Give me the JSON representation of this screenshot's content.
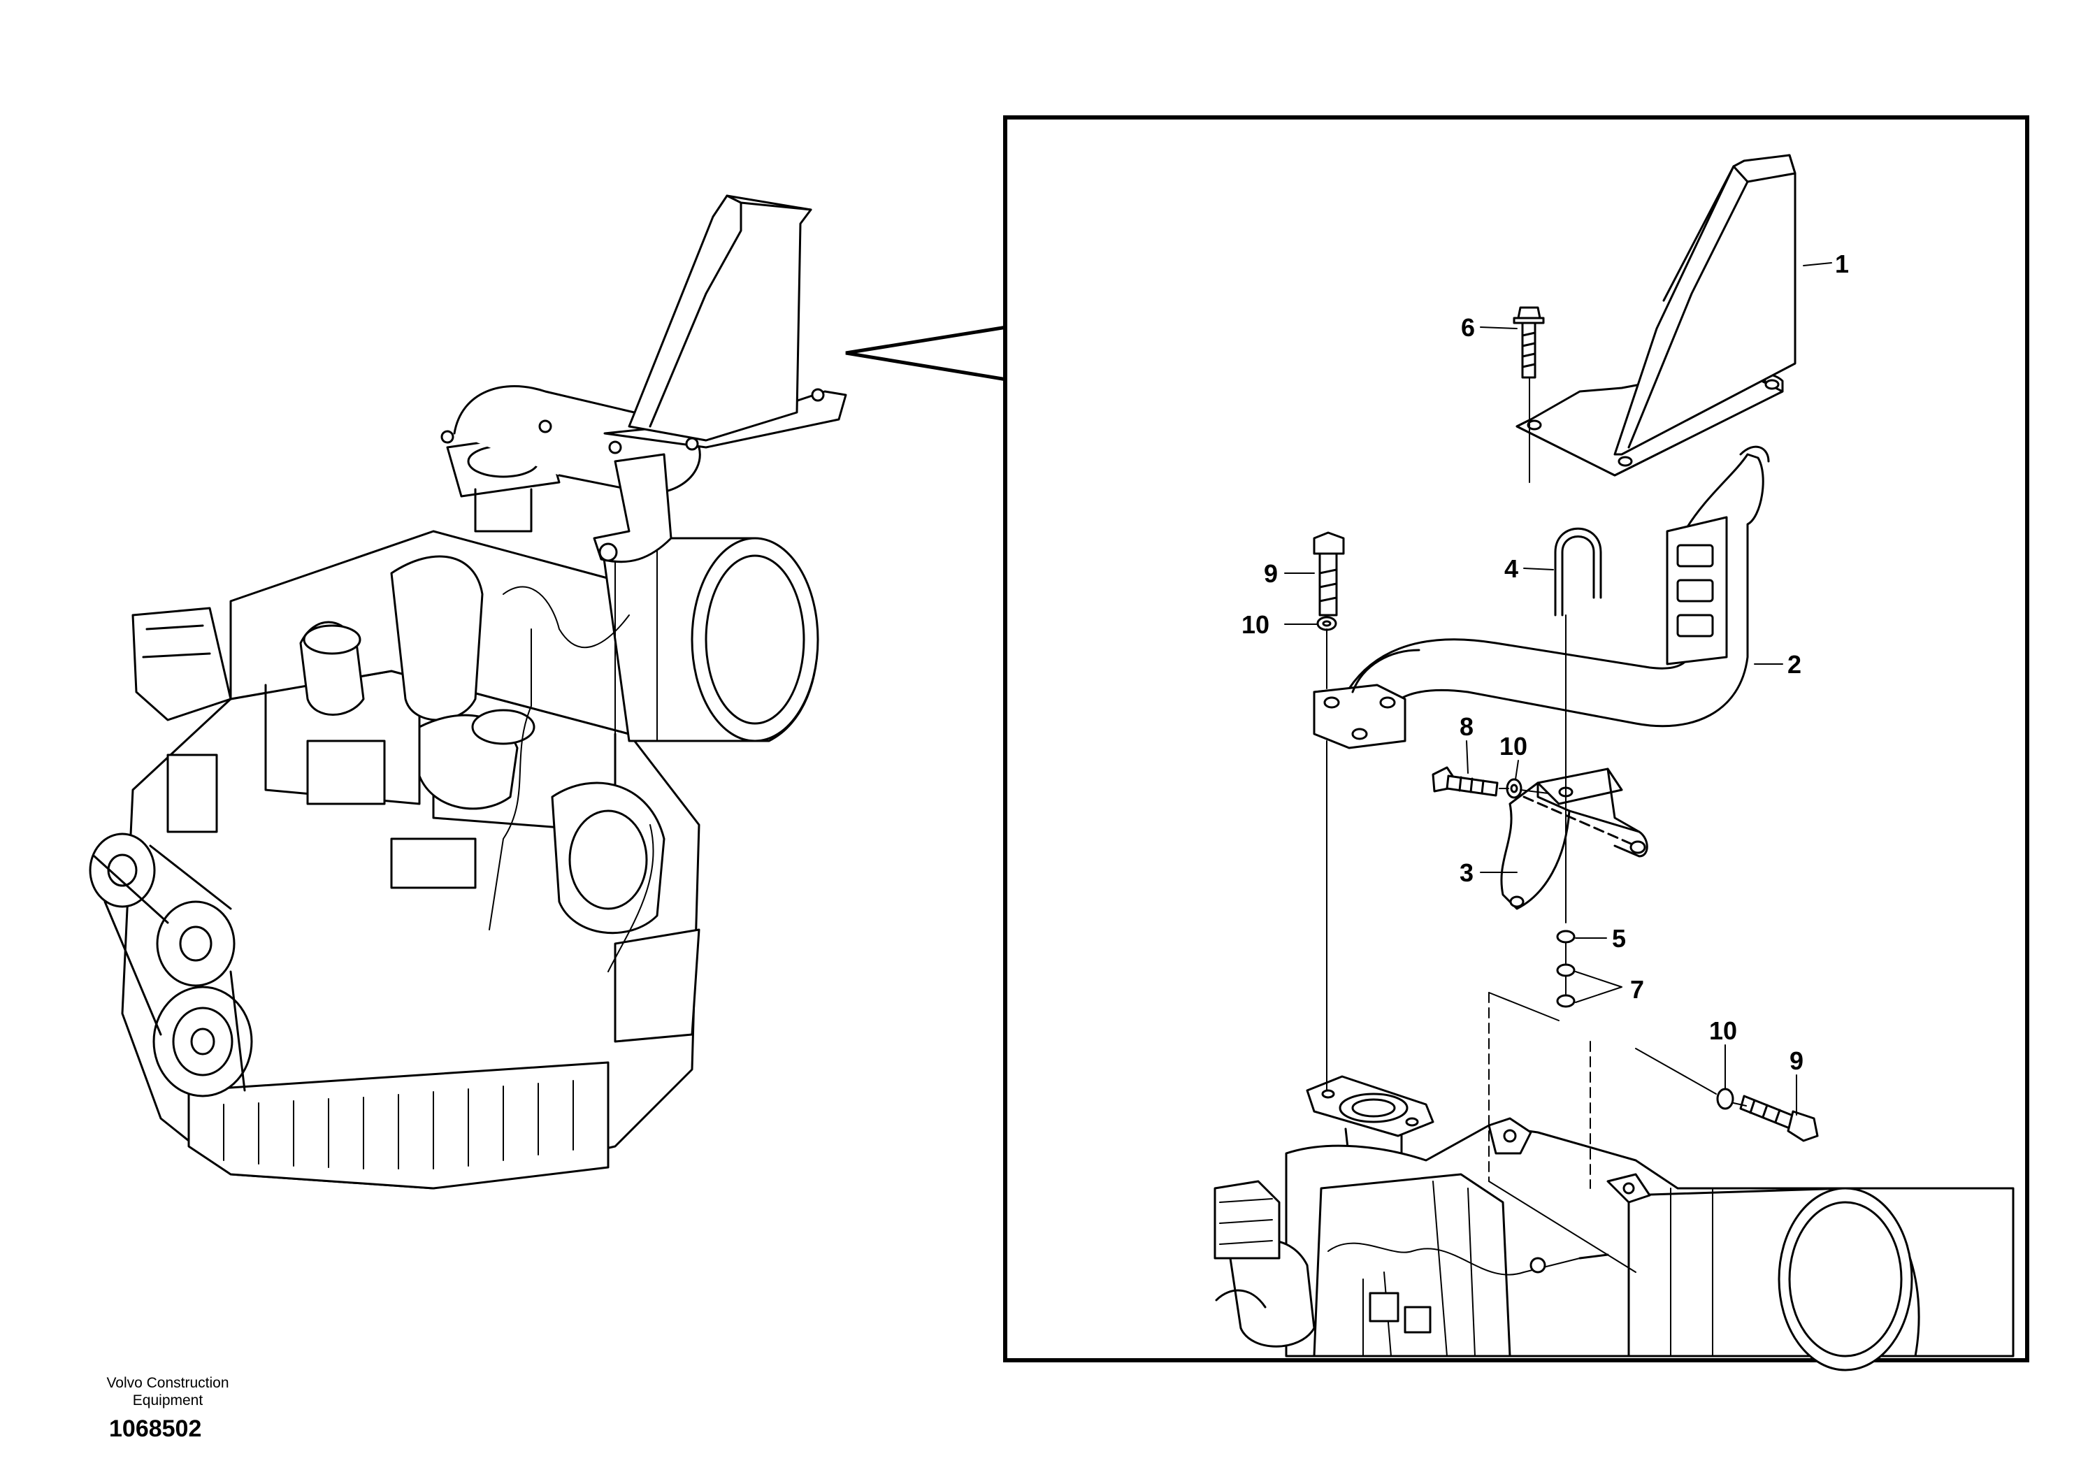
{
  "footer": {
    "brand_line1": "Volvo Construction",
    "brand_line2": "Equipment",
    "drawing_number": "1068502"
  },
  "callouts": {
    "c1": "1",
    "c2": "2",
    "c3": "3",
    "c4": "4",
    "c5": "5",
    "c6": "6",
    "c7": "7",
    "c8": "8",
    "c9_top": "9",
    "c9_right": "9",
    "c10_top": "10",
    "c10_mid": "10",
    "c10_right": "10"
  }
}
